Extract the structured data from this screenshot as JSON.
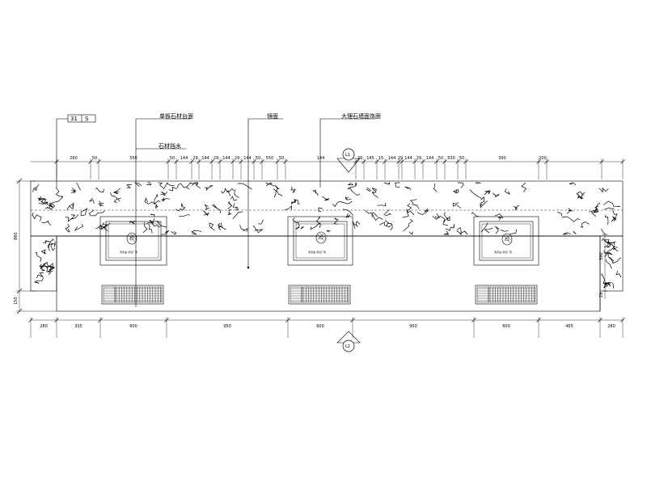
{
  "top_dimensions": [
    "260",
    "50",
    "550",
    "50",
    "144",
    "29",
    "144",
    "29",
    "144",
    "29",
    "144",
    "50",
    "550",
    "50",
    "144",
    "29",
    "145",
    "15",
    "144",
    "29",
    "144",
    "29",
    "144",
    "50",
    "530",
    "50",
    "390",
    "200"
  ],
  "bottom_dimensions": [
    "280",
    "335",
    "600",
    "950",
    "600",
    "950",
    "600",
    "465",
    "280"
  ],
  "left_dimensions": [
    "880",
    "150"
  ],
  "right_dimensions": [
    "390",
    "29"
  ],
  "callouts": {
    "section_box": [
      "31",
      "S"
    ],
    "label_1": "单板石材台面",
    "label_2": "石材挡水",
    "label_3": "镜面",
    "label_4": "大理石墙面饰面"
  },
  "markers": {
    "top": "L1",
    "bottom": "L2"
  },
  "basin_label": "洗手盆 详见厂家"
}
